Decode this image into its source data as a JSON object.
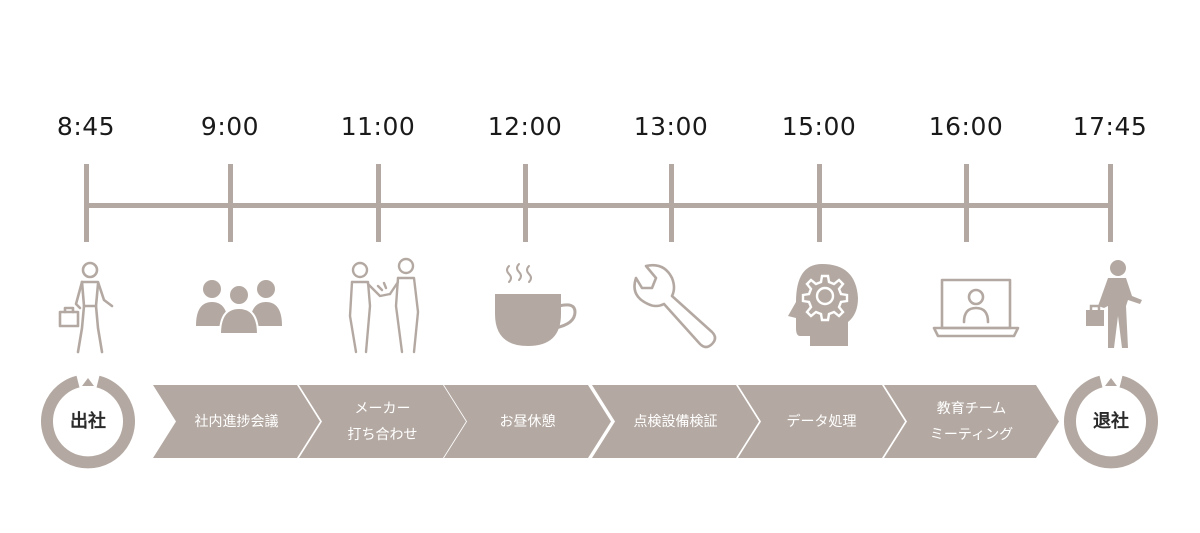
{
  "colors": {
    "accent": "#b4a9a2",
    "text": "#1a1a1a",
    "chevron_text": "#ffffff",
    "background": "#ffffff"
  },
  "times": [
    "8:45",
    "9:00",
    "11:00",
    "12:00",
    "13:00",
    "15:00",
    "16:00",
    "17:45"
  ],
  "icons": [
    "arrive-walking-person-icon",
    "meeting-group-icon",
    "handshake-icon",
    "coffee-cup-icon",
    "wrench-icon",
    "head-gear-icon",
    "laptop-video-call-icon",
    "leave-walking-person-icon"
  ],
  "start": {
    "label": "出社"
  },
  "end": {
    "label": "退社"
  },
  "activities": [
    {
      "line1": "社内進捗会議",
      "line2": ""
    },
    {
      "line1": "メーカー",
      "line2": "打ち合わせ"
    },
    {
      "line1": "お昼休憩",
      "line2": ""
    },
    {
      "line1": "点検設備検証",
      "line2": ""
    },
    {
      "line1": "データ処理",
      "line2": ""
    },
    {
      "line1": "教育チーム",
      "line2": "ミーティング"
    }
  ]
}
